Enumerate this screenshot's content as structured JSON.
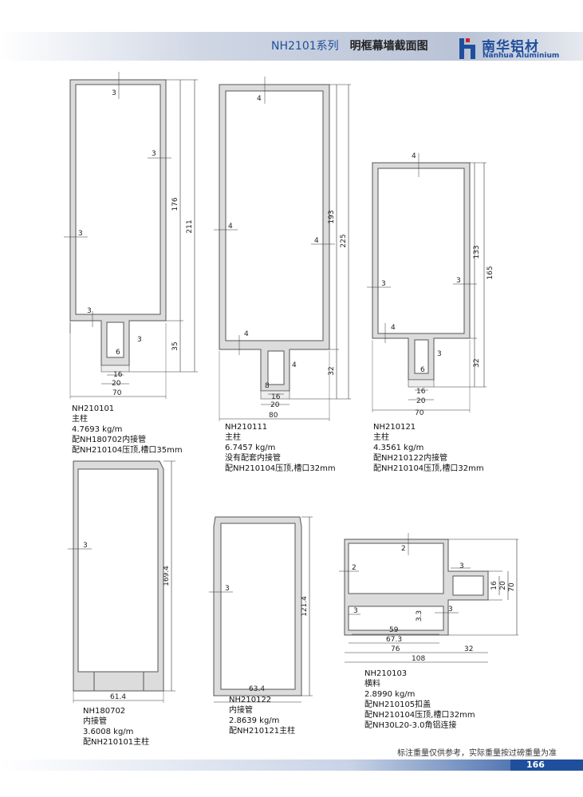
{
  "header": {
    "series": "NH2101系列",
    "name": "明框幕墙截面图"
  },
  "logo": {
    "cn": "南华铝材",
    "en": "Nanhua Aluminium"
  },
  "colors": {
    "brand_blue": "#1f4e9c",
    "brand_red": "#d0212a",
    "profile_fill": "#dcdcdc",
    "profile_stroke": "#555555"
  },
  "dims": {
    "p1": {
      "t3a": "3",
      "t3b": "3",
      "t3c": "3",
      "t3d": "3",
      "h176": "176",
      "h211": "211",
      "h35": "35",
      "w6": "6",
      "w3": "3",
      "w16": "16",
      "w20": "20",
      "w70": "70"
    },
    "p2": {
      "t4a": "4",
      "t4b": "4",
      "t4c": "4",
      "t4d": "4",
      "h193": "193",
      "h225": "225",
      "h32": "32",
      "w4": "4",
      "w8": "8",
      "w16": "16",
      "w20": "20",
      "w80": "80"
    },
    "p3": {
      "t4a": "4",
      "t3a": "3",
      "t3b": "3",
      "t4b": "4",
      "h133": "133",
      "h165": "165",
      "h32": "32",
      "w6": "6",
      "w3": "3",
      "w16": "16",
      "w20": "20",
      "w70": "70"
    },
    "p4": {
      "t3": "3",
      "h169": "169.4",
      "w61": "61.4"
    },
    "p5": {
      "t3": "3",
      "h121": "121.4",
      "w63": "63.4"
    },
    "p6": {
      "t2a": "2",
      "t2b": "2",
      "t3a": "3",
      "t33": "3.3",
      "t3b": "3",
      "t3c": "3",
      "w59": "59",
      "w67": "67.3",
      "w76": "76",
      "w32": "32",
      "w108": "108",
      "h16": "16",
      "h20": "20",
      "h70": "70"
    }
  },
  "profiles": [
    {
      "code": "NH210101",
      "type": "主柱",
      "weight": "4.7693 kg/m",
      "note1": "配NH180702内接管",
      "note2": "配NH210104压顶,槽口35mm"
    },
    {
      "code": "NH210111",
      "type": "主柱",
      "weight": "6.7457 kg/m",
      "note1": "没有配套内接管",
      "note2": "配NH210104压顶,槽口32mm"
    },
    {
      "code": "NH210121",
      "type": "主柱",
      "weight": "4.3561 kg/m",
      "note1": "配NH210122内接管",
      "note2": "配NH210104压顶,槽口32mm"
    },
    {
      "code": "NH180702",
      "type": "内接管",
      "weight": "3.6008 kg/m",
      "note1": "配NH210101主柱"
    },
    {
      "code": "NH210122",
      "type": "内接管",
      "weight": "2.8639 kg/m",
      "note1": "配NH210121主柱"
    },
    {
      "code": "NH210103",
      "type": "横料",
      "weight": "2.8990 kg/m",
      "note1": "配NH210105扣盖",
      "note2": "配NH210104压顶,槽口32mm",
      "note3": "配NH30L20-3.0角铝连接"
    }
  ],
  "footer": {
    "note": "标注重量仅供参考，实际重量按过磅重量为准",
    "page": "166"
  }
}
